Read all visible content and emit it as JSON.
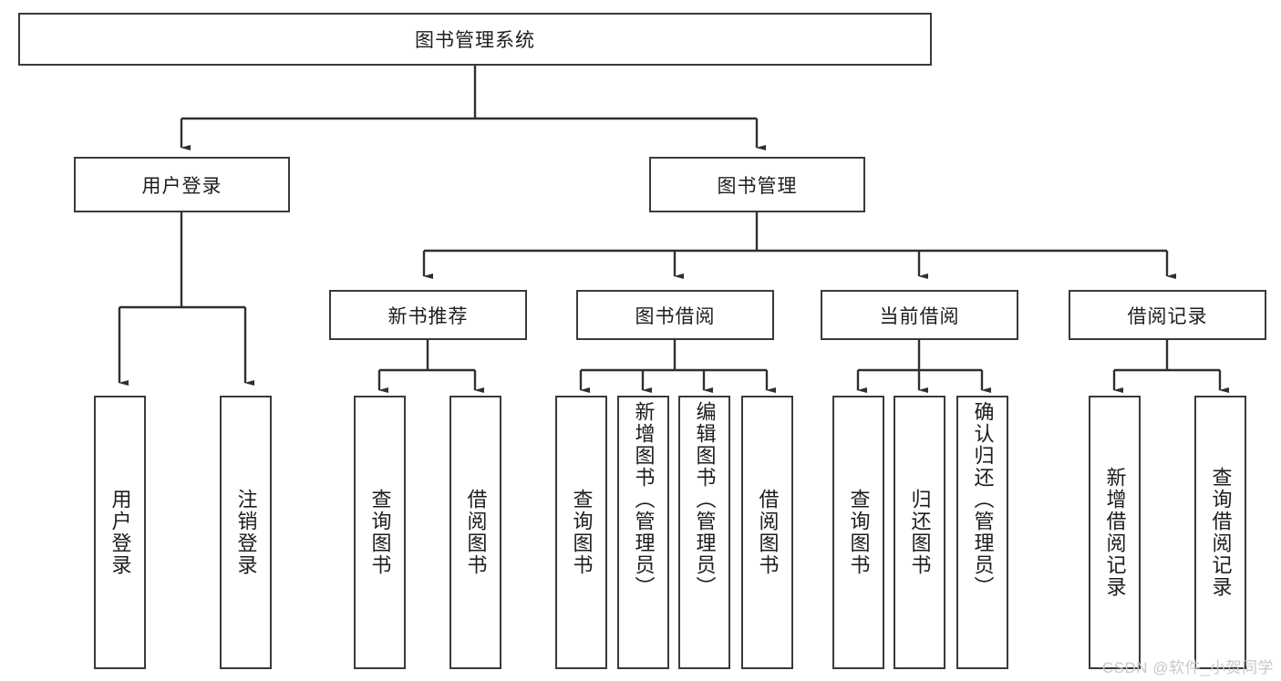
{
  "diagram": {
    "title": "图书管理系统",
    "type": "tree-hierarchy-diagram",
    "colors": {
      "border": "#3a3a3a",
      "background": "#ffffff",
      "text": "#1d1d1d",
      "connector": "#2f2f2f",
      "watermark": "#c8c8c8"
    },
    "root": {
      "label": "图书管理系统"
    },
    "level1": [
      {
        "label": "用户登录"
      },
      {
        "label": "图书管理"
      }
    ],
    "level2": [
      {
        "label": "新书推荐"
      },
      {
        "label": "图书借阅"
      },
      {
        "label": "当前借阅"
      },
      {
        "label": "借阅记录"
      }
    ],
    "leaves": {
      "user_login": [
        {
          "label": "用户登录"
        },
        {
          "label": "注销登录"
        }
      ],
      "new_book": [
        {
          "label": "查询图书"
        },
        {
          "label": "借阅图书"
        }
      ],
      "book_borrow": [
        {
          "label": "查询图书"
        },
        {
          "label": "新增图书（管理员）"
        },
        {
          "label": "编辑图书（管理员）"
        },
        {
          "label": "借阅图书"
        }
      ],
      "current_borrow": [
        {
          "label": "查询图书"
        },
        {
          "label": "归还图书"
        },
        {
          "label": "确认归还（管理员）"
        }
      ],
      "borrow_record": [
        {
          "label": "新增借阅记录"
        },
        {
          "label": "查询借阅记录"
        }
      ]
    }
  },
  "watermark": {
    "text": "CSDN @软件_小贺同学"
  }
}
